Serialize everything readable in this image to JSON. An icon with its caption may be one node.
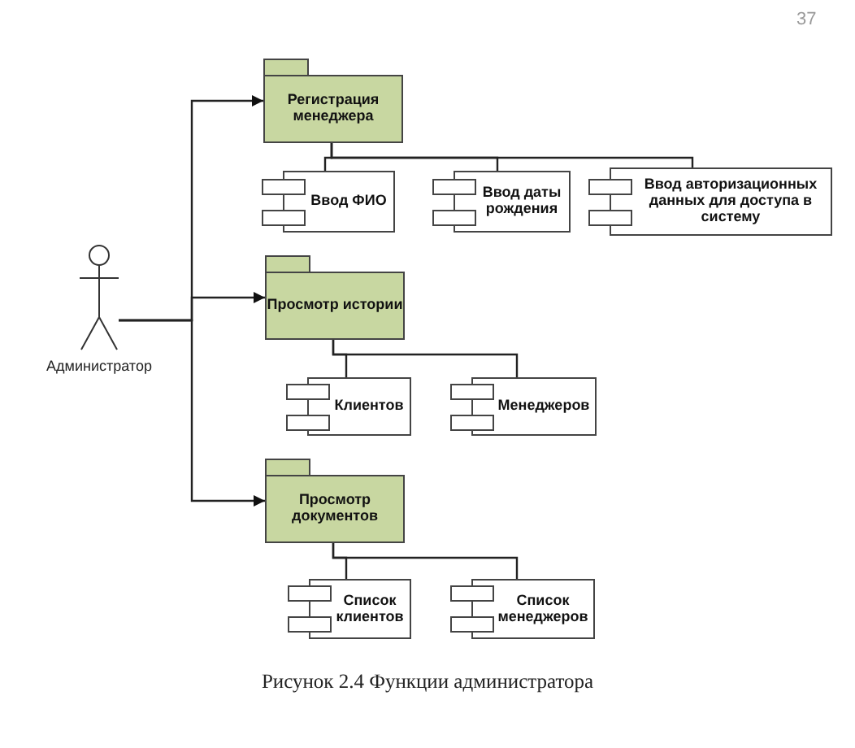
{
  "diagram": {
    "caption": "Рисунок 2.4 Функции администратора",
    "nodes": [
      {
        "text": [
          "Администратор"
        ]
      },
      {
        "text": [
          "Регистрация менеджера"
        ]
      },
      {
        "text": [
          "Ввод ФИО"
        ]
      },
      {
        "text": [
          "Ввод даты рождения"
        ]
      },
      {
        "text": [
          "Ввод авторизационных данных для доступа в систему"
        ]
      },
      {
        "text": [
          "Просмотр истории"
        ]
      },
      {
        "text": [
          "Клиентов"
        ]
      },
      {
        "text": [
          "Менеджеров"
        ]
      },
      {
        "text": [
          "Просмотр документов"
        ]
      },
      {
        "text": [
          "Список клиентов"
        ]
      },
      {
        "text": [
          "Список менеджеров"
        ]
      }
    ],
    "edges": [
      {
        "from": 0,
        "to": 1,
        "arrow": "to"
      },
      {
        "from": 0,
        "to": 5,
        "arrow": "to"
      },
      {
        "from": 0,
        "to": 8,
        "arrow": "to"
      },
      {
        "from": 1,
        "to": 2,
        "arrow": "none"
      },
      {
        "from": 1,
        "to": 3,
        "arrow": "none"
      },
      {
        "from": 1,
        "to": 4,
        "arrow": "none"
      },
      {
        "from": 5,
        "to": 6,
        "arrow": "none"
      },
      {
        "from": 5,
        "to": 7,
        "arrow": "none"
      },
      {
        "from": 8,
        "to": 9,
        "arrow": "none"
      },
      {
        "from": 8,
        "to": 10,
        "arrow": "none"
      }
    ],
    "labels": [
      "37"
    ]
  }
}
